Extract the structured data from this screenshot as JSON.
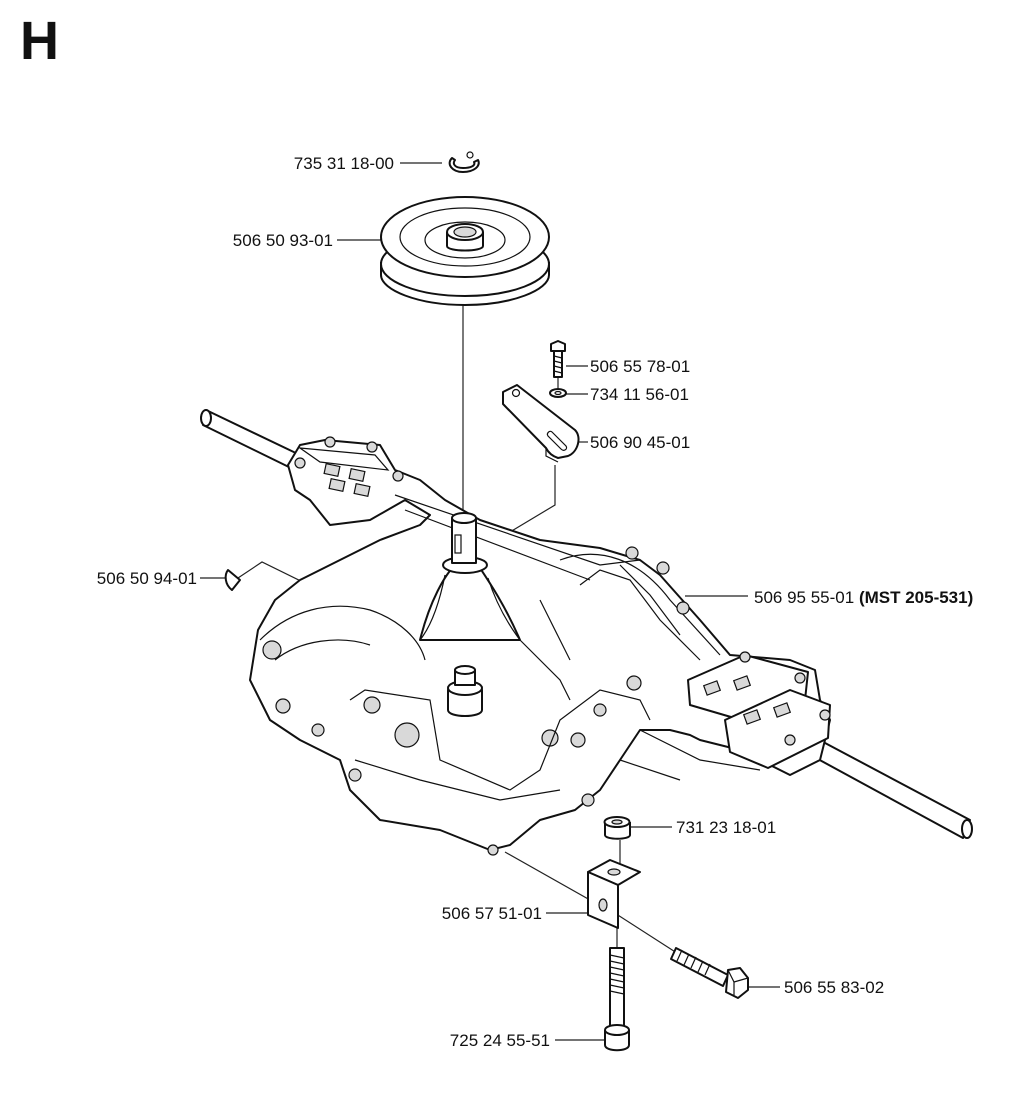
{
  "section_letter": "H",
  "parts": {
    "circlip": "735 31 18-00",
    "pulley": "506 50 93-01",
    "bolt_small": "506 55 78-01",
    "washer": "734 11 56-01",
    "plate": "506 90 45-01",
    "key": "506 50 94-01",
    "transaxle_number": "506 95 55-01",
    "transaxle_suffix": "(MST 205-531)",
    "nut": "731 23 18-01",
    "bracket": "506 57 51-01",
    "bolt_long": "506 55 83-02",
    "bolt_vertical": "725 24 55-51"
  }
}
